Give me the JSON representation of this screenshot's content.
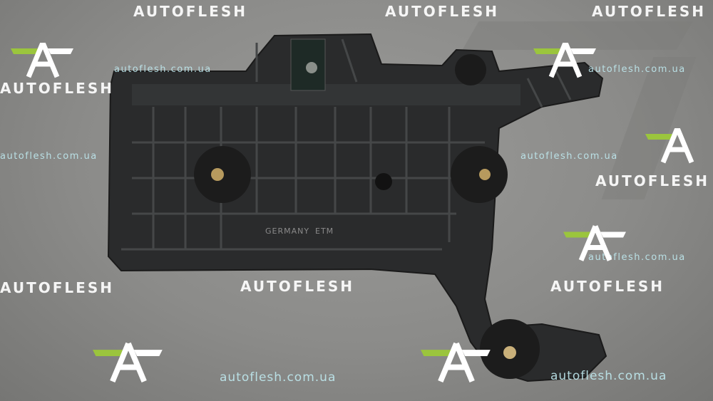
{
  "watermark": {
    "brand": "AUTOFLESH",
    "url": "autoflesh.com.ua",
    "accent": "#9bc53d"
  },
  "part": {
    "marking": "GERMANY",
    "maker": "ETM"
  }
}
